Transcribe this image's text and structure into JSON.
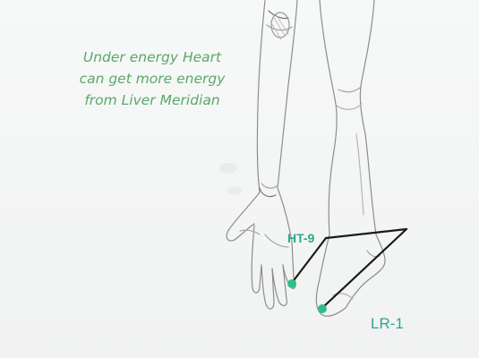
{
  "caption": {
    "lines": [
      "Under energy Heart",
      "can get more energy",
      "from Liver Meridian"
    ]
  },
  "points": {
    "ht9": {
      "label": "HT-9"
    },
    "lr1": {
      "label": "LR-1"
    }
  },
  "colors": {
    "caption": "#5aa86a",
    "point_fill": "#2fbf86",
    "connector": "#1a1a1a",
    "sketch": "#8a8a8a"
  }
}
